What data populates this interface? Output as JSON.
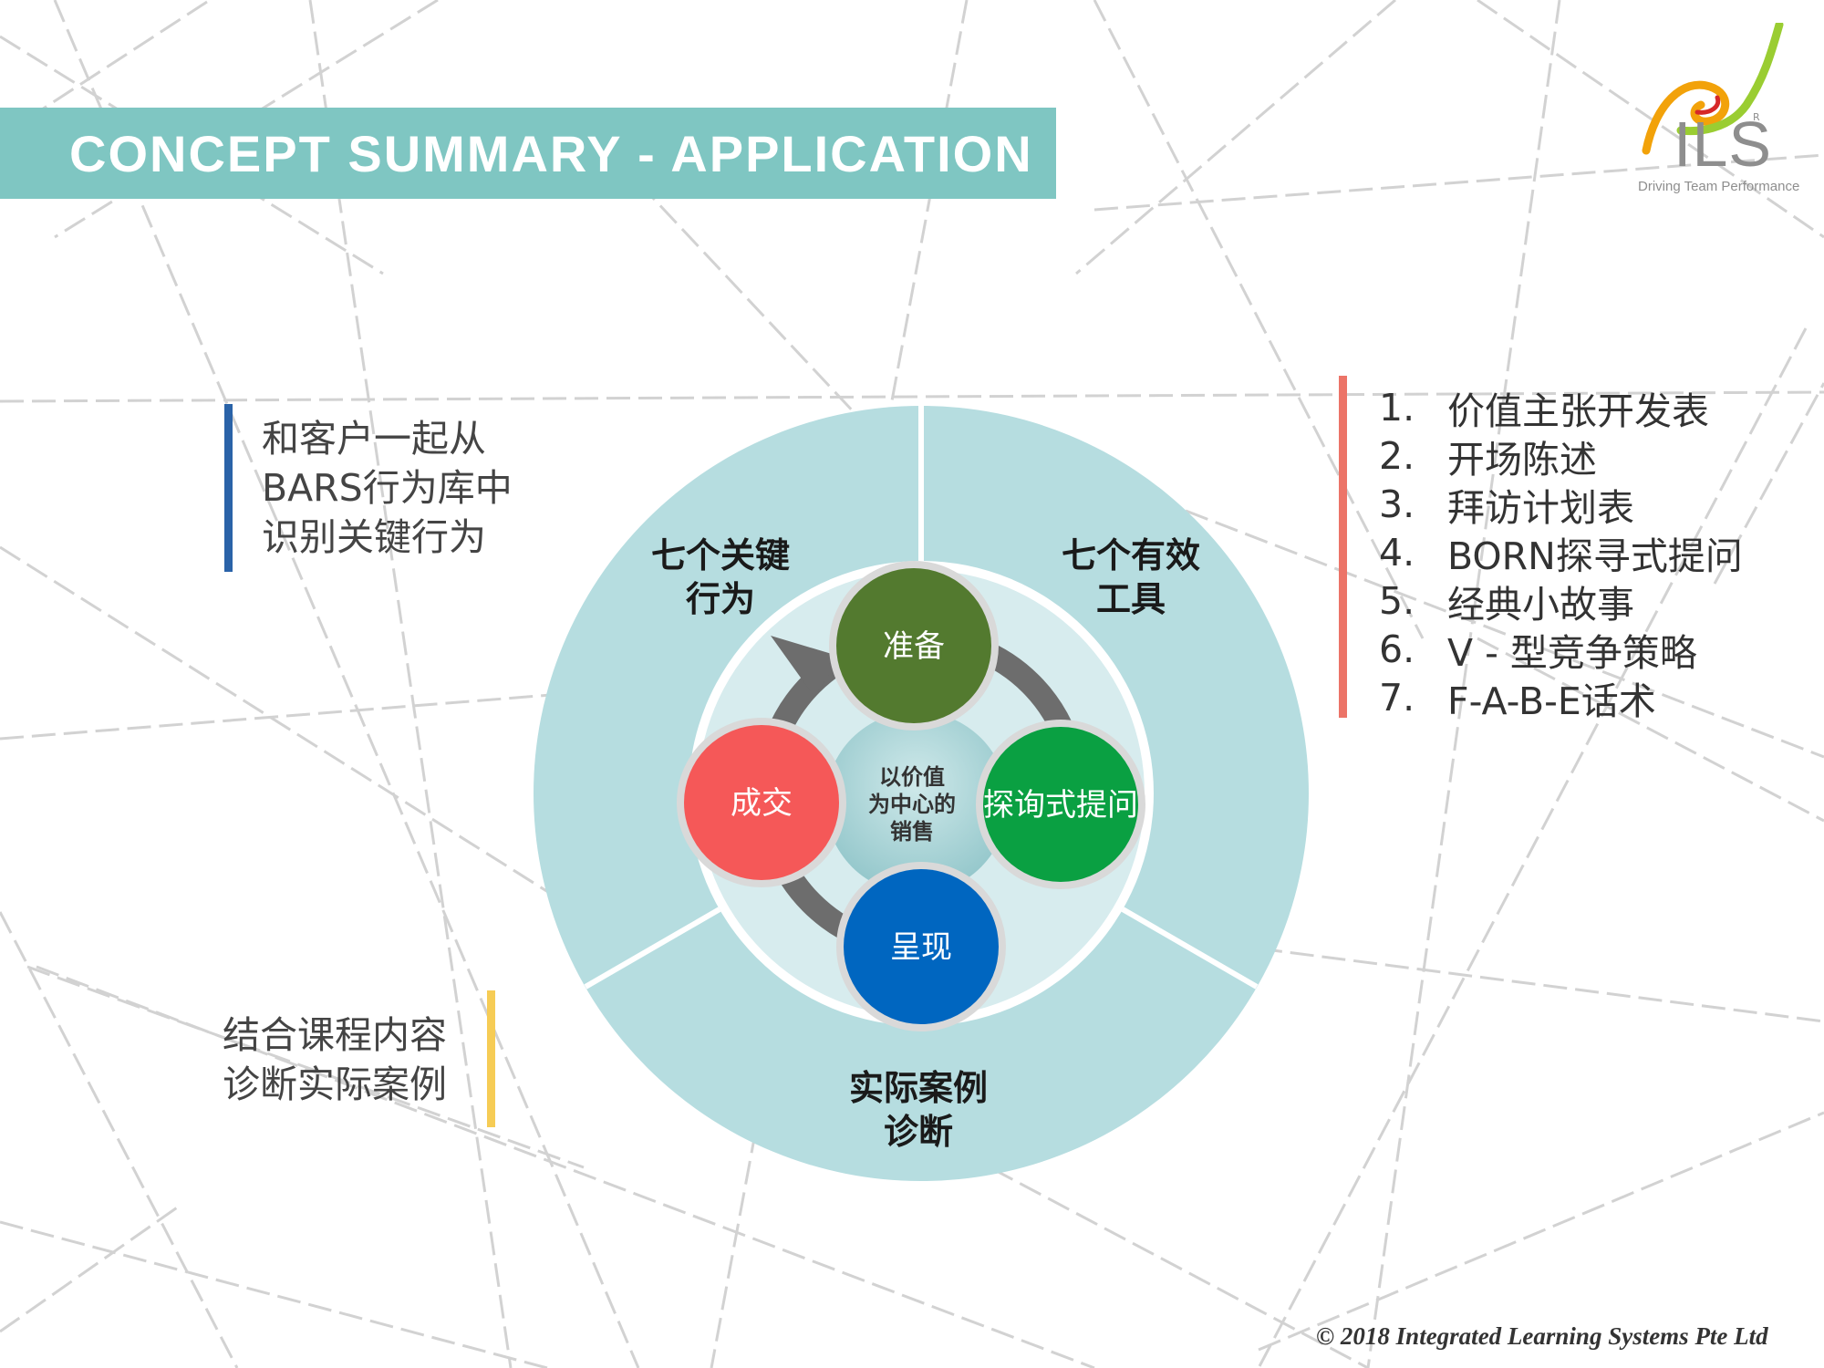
{
  "slide": {
    "title": "CONCEPT SUMMARY - APPLICATION",
    "copyright": "© 2018 Integrated Learning Systems Pte Ltd"
  },
  "logo": {
    "name": "ILS",
    "registered_mark": "R",
    "tagline": "Driving Team Performance"
  },
  "left_notes": {
    "top": [
      "和客户一起从",
      "BARS行为库中",
      "识别关键行为"
    ],
    "bottom": [
      "结合课程内容",
      "诊断实际案例"
    ]
  },
  "tools_list": [
    {
      "num": "1.",
      "text": "价值主张开发表"
    },
    {
      "num": "2.",
      "text": "开场陈述"
    },
    {
      "num": "3.",
      "text": "拜访计划表"
    },
    {
      "num": "4.",
      "text": "BORN探寻式提问"
    },
    {
      "num": "5.",
      "text": "经典小故事"
    },
    {
      "num": "6.",
      "text": "V - 型竞争策略"
    },
    {
      "num": "7.",
      "text": "F-A-B-E话术"
    }
  ],
  "diagram": {
    "segments": {
      "behaviors": [
        "七个关键",
        "行为"
      ],
      "tools": [
        "七个有效",
        "工具"
      ],
      "cases": [
        "实际案例",
        "诊断"
      ]
    },
    "center": [
      "以价值",
      "为中心的",
      "销售"
    ],
    "steps": [
      {
        "label": "准备",
        "color": "#537a2f"
      },
      {
        "label": "探询式提问",
        "color": "#0aa042"
      },
      {
        "label": "呈现",
        "color": "#0066c0"
      },
      {
        "label": "成交",
        "color": "#f55858"
      }
    ]
  },
  "colors": {
    "title_bar": "#7fc6c2",
    "outer_ring": "#b6dde0",
    "arrow": "#6d6d6d",
    "accent_blue": "#2a63a8",
    "accent_red": "#ec7468",
    "accent_yellow": "#f6cc55"
  }
}
